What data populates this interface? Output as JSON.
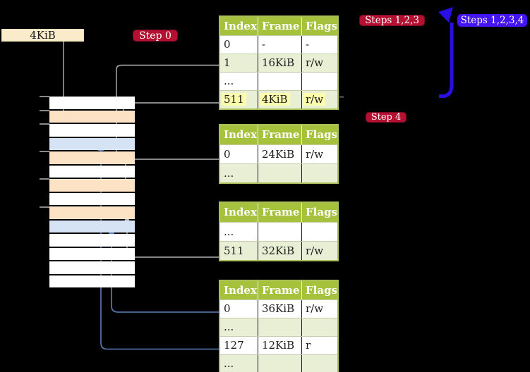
{
  "page_size_label": "4KiB",
  "badges": {
    "step0": "Step 0",
    "steps123": "Steps 1,2,3",
    "steps1234": "Steps 1,2,3,4",
    "step4": "Step 4"
  },
  "memory": {
    "description": "physical memory frame column",
    "row_colors": [
      "white",
      "peach",
      "white",
      "blue",
      "peach",
      "white",
      "peach",
      "white",
      "peach",
      "blue",
      "white",
      "white",
      "white",
      "white"
    ]
  },
  "tables": [
    {
      "headers": [
        "Index",
        "Frame",
        "Flags"
      ],
      "rows": [
        {
          "cells": [
            "0",
            "-",
            "-"
          ],
          "shaded": false,
          "highlight": false
        },
        {
          "cells": [
            "1",
            "16KiB",
            "r/w"
          ],
          "shaded": true,
          "highlight": false
        },
        {
          "cells": [
            "...",
            "",
            ""
          ],
          "shaded": false,
          "highlight": false
        },
        {
          "cells": [
            "511",
            "4KiB",
            "r/w"
          ],
          "shaded": true,
          "highlight": true
        }
      ]
    },
    {
      "headers": [
        "Index",
        "Frame",
        "Flags"
      ],
      "rows": [
        {
          "cells": [
            "0",
            "24KiB",
            "r/w"
          ],
          "shaded": false,
          "highlight": false
        },
        {
          "cells": [
            "...",
            "",
            ""
          ],
          "shaded": true,
          "highlight": false
        }
      ]
    },
    {
      "headers": [
        "Index",
        "Frame",
        "Flags"
      ],
      "rows": [
        {
          "cells": [
            "...",
            "",
            ""
          ],
          "shaded": false,
          "highlight": false
        },
        {
          "cells": [
            "511",
            "32KiB",
            "r/w"
          ],
          "shaded": true,
          "highlight": false
        }
      ]
    },
    {
      "headers": [
        "Index",
        "Frame",
        "Flags"
      ],
      "rows": [
        {
          "cells": [
            "0",
            "36KiB",
            "r/w"
          ],
          "shaded": false,
          "highlight": false
        },
        {
          "cells": [
            "...",
            "",
            ""
          ],
          "shaded": true,
          "highlight": false
        },
        {
          "cells": [
            "127",
            "12KiB",
            "r"
          ],
          "shaded": false,
          "highlight": false
        },
        {
          "cells": [
            "...",
            "",
            ""
          ],
          "shaded": true,
          "highlight": false
        }
      ]
    }
  ],
  "colors": {
    "background": "#000000",
    "badge_red": "#b50f32",
    "badge_blue": "#4414f2",
    "thick_arrow_blue": "#2a10e0",
    "thin_arrow_blue": "#5b80bb",
    "arrow_gray": "#b3b3b3",
    "table_header_green": "#a6c13c",
    "table_row_green": "#e9efd5",
    "highlight_yellow": "#fdfdae",
    "memory_peach": "#fce3c6",
    "memory_blue": "#d6e3f4",
    "page_label_cream": "#faecca"
  }
}
